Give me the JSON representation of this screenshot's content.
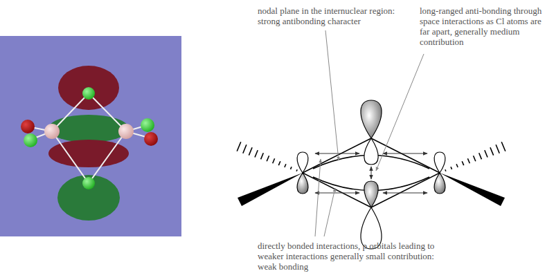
{
  "diagram": {
    "labels": [
      "nodal plane in the internuclear region: strong antibonding character",
      "long-ranged anti-bonding through space interactions as Cl atoms are far apart, generally medium contribution",
      "directly bonded interactions, p orbitals leading to weaker interactions generally small contribution: weak bonding"
    ]
  }
}
